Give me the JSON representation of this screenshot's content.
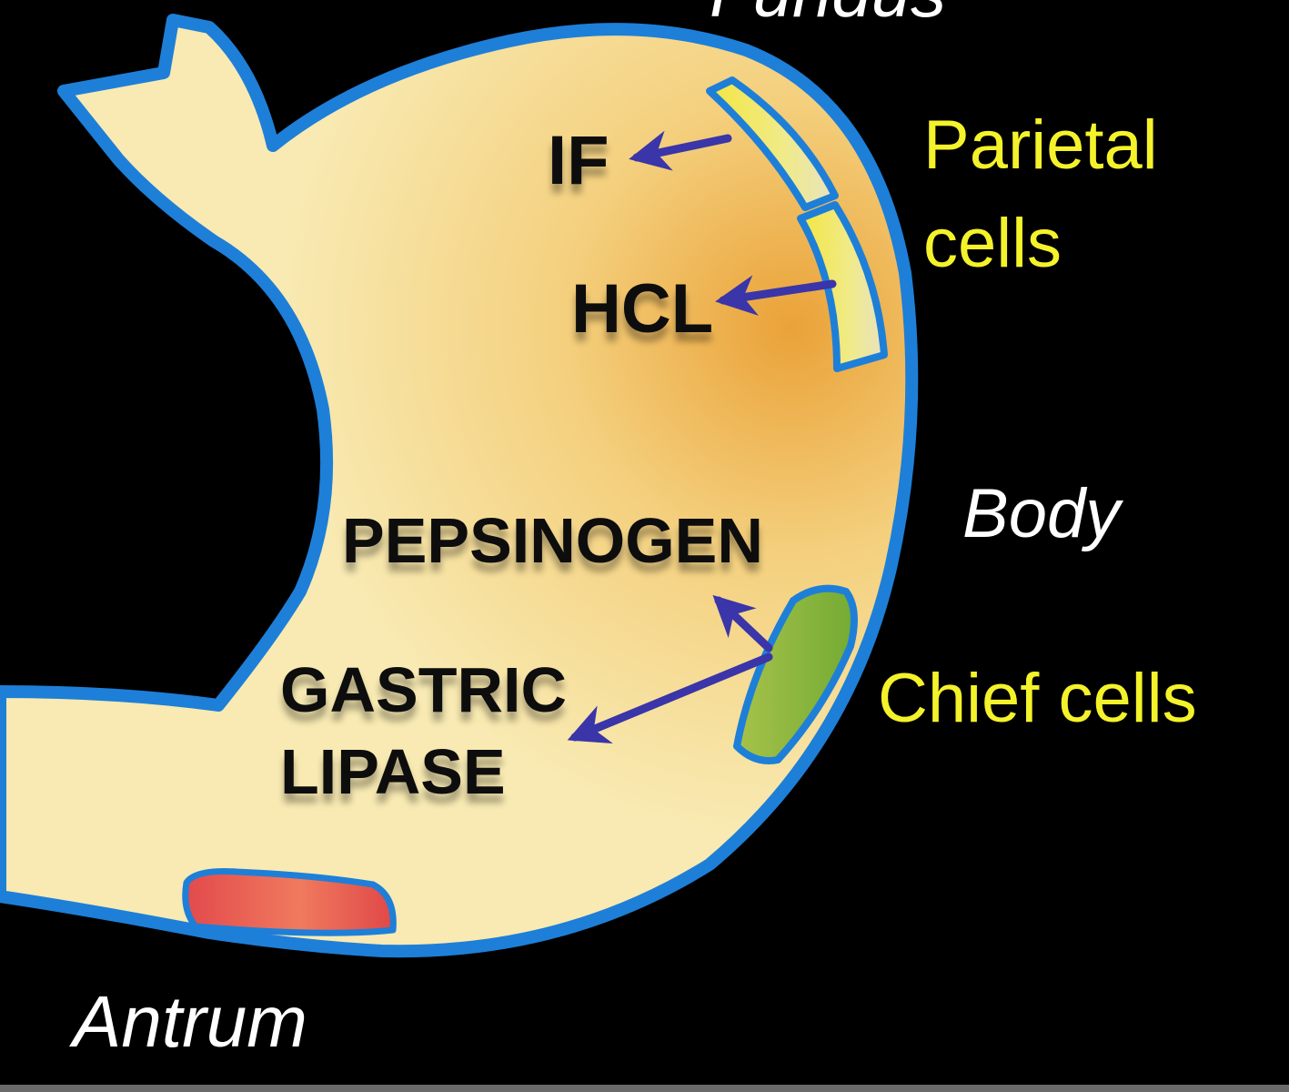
{
  "regions": {
    "fundus": "Fundus",
    "body": "Body",
    "antrum": "Antrum"
  },
  "cells": {
    "parietal_line1": "Parietal",
    "parietal_line2": "cells",
    "chief": "Chief cells"
  },
  "secretions": {
    "intrinsic_factor": "IF",
    "hcl": "HCL",
    "pepsinogen": "PEPSINOGEN",
    "gastric_line1": "GASTRIC",
    "gastric_line2": "LIPASE"
  },
  "colors": {
    "background": "#000000",
    "stomach_outline": "#1e7fd8",
    "stomach_fill": "#f7e3a0",
    "stomach_center": "#eba63a",
    "parietal_cell": "#f2e64a",
    "chief_cell": "#86b83a",
    "antrum_cell": "#e2504a",
    "arrow": "#3a35a8",
    "cell_text": "#f4f22a",
    "region_text": "#ffffff"
  }
}
